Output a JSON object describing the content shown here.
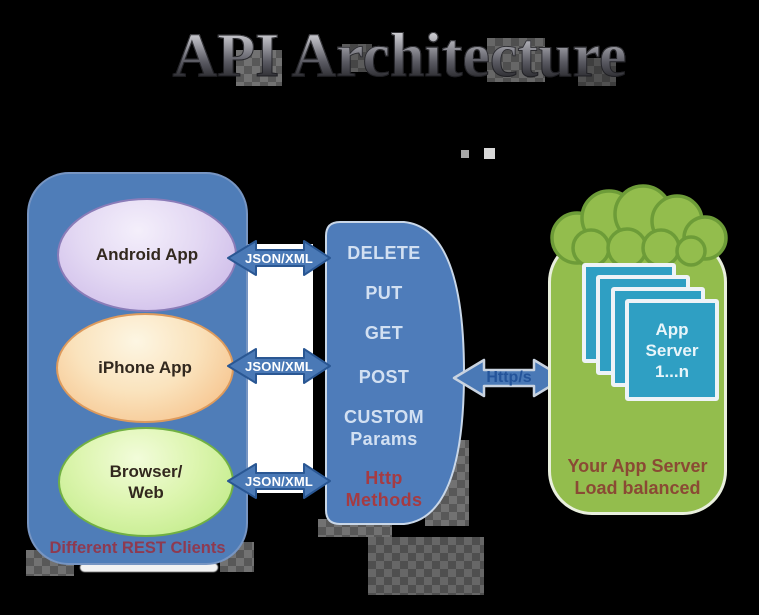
{
  "title": "API Architecture",
  "clients": {
    "caption": "Different REST Clients",
    "items": [
      {
        "label": "Android App"
      },
      {
        "label": "iPhone App"
      },
      {
        "label": "Browser/",
        "label2": "Web"
      }
    ]
  },
  "connectors": {
    "json_xml": "JSON/XML",
    "https": "Http/s"
  },
  "methods": {
    "m0": "DELETE",
    "m1": "PUT",
    "m2": "GET",
    "m3": "POST",
    "m4": "CUSTOM",
    "m5": "Params",
    "caption1": "Http",
    "caption2": "Methods"
  },
  "servers": {
    "card1": "App",
    "card2": "Server",
    "card3": "1...n",
    "caption1": "Your App Server",
    "caption2": "Load balanced"
  },
  "colors": {
    "client_box_blue": "#4f7db8",
    "methods_shape_blue": "#4e7cba",
    "arrow_blue": "#4a79b6",
    "arrow_outline": "#2a5793",
    "server_green": "#93bd4d",
    "cloud_outline": "#6d9c38",
    "server_card_teal": "#2f9fc3",
    "android_fill": "#c7b3e6",
    "iphone_fill": "#f5b97d",
    "browser_fill": "#b9e87e",
    "clients_caption_red": "#8e3a50",
    "methods_caption_red": "#a53b42",
    "server_caption_brown": "#8a4a34"
  }
}
